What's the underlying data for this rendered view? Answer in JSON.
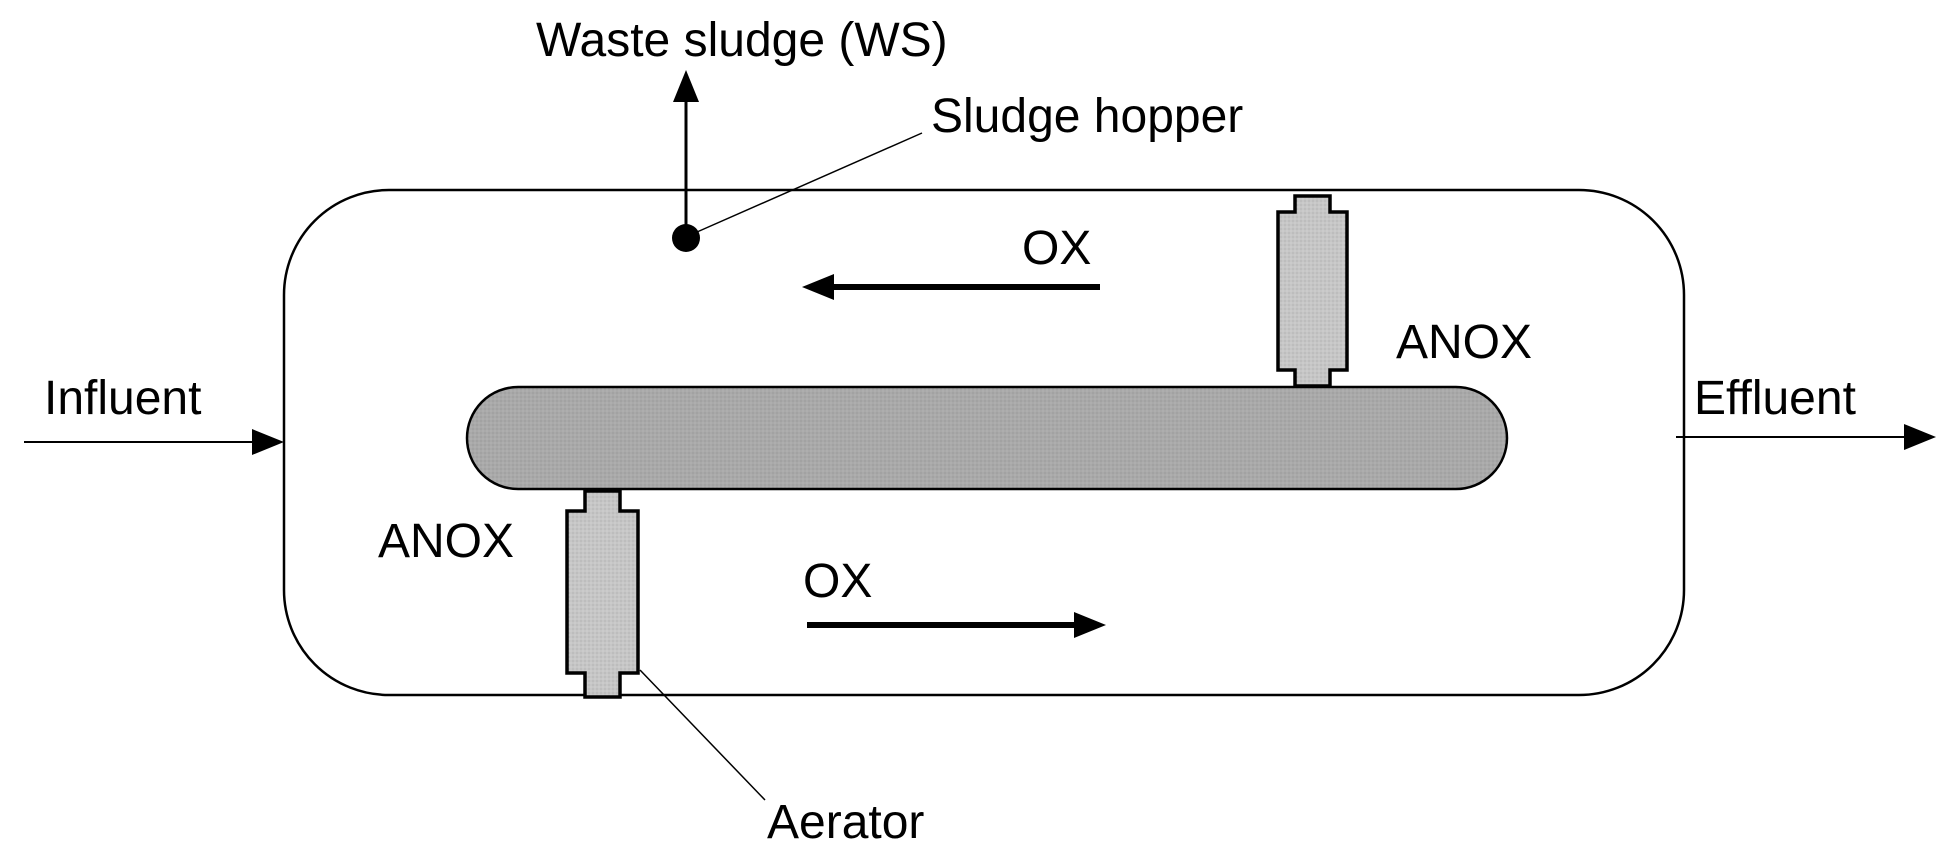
{
  "labels": {
    "waste_sludge": "Waste sludge (WS)",
    "sludge_hopper": "Sludge  hopper",
    "ox_top": "OX",
    "anox_right": "ANOX",
    "influent": "Influent",
    "effluent": "Effluent",
    "anox_left": "ANOX",
    "ox_bottom": "OX",
    "aerator": "Aerator"
  },
  "colors": {
    "stroke": "#000000",
    "island_fill": "#a9a9a9",
    "aerator_fill": "#c6c6c6",
    "background": "#ffffff"
  }
}
